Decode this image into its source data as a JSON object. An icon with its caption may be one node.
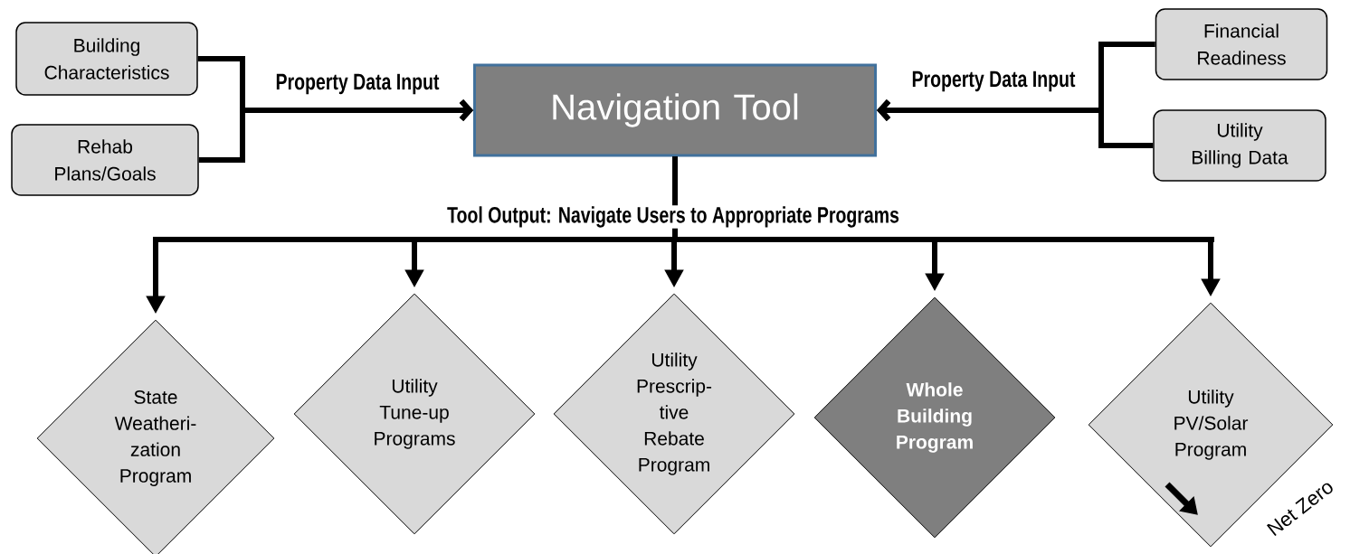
{
  "diagram": {
    "nodes": [
      {
        "text": [
          "Building Characteristics"
        ]
      },
      {
        "text": [
          "Rehab Plans/Goals"
        ]
      },
      {
        "text": [
          "Navigation Tool"
        ]
      },
      {
        "text": [
          "Financial Readiness"
        ]
      },
      {
        "text": [
          "Utility Billing Data"
        ]
      },
      {
        "text": [
          "State Weatheri- zation Program"
        ]
      },
      {
        "text": [
          "Utility Tune-up Programs"
        ]
      },
      {
        "text": [
          "Utility Prescrip- tive Rebate Program"
        ]
      },
      {
        "text": [
          "Whole Building Program"
        ]
      },
      {
        "text": [
          "Utility PV/Solar Program"
        ]
      }
    ],
    "edges": [
      {
        "from": 0,
        "to": 2,
        "arrow": "to",
        "label": "Property Data Input"
      },
      {
        "from": 1,
        "to": 2,
        "arrow": "to"
      },
      {
        "from": 3,
        "to": 2,
        "arrow": "to",
        "label": "Property Data Input"
      },
      {
        "from": 4,
        "to": 2,
        "arrow": "to"
      },
      {
        "from": 2,
        "to": 5,
        "arrow": "to"
      },
      {
        "from": 2,
        "to": 6,
        "arrow": "to"
      },
      {
        "from": 2,
        "to": 7,
        "arrow": "to"
      },
      {
        "from": 2,
        "to": 8,
        "arrow": "to"
      },
      {
        "from": 2,
        "to": 9,
        "arrow": "to"
      }
    ],
    "labels": [
      "Tool Output: Navigate Users to Appropriate Programs",
      "Net Zero"
    ]
  }
}
